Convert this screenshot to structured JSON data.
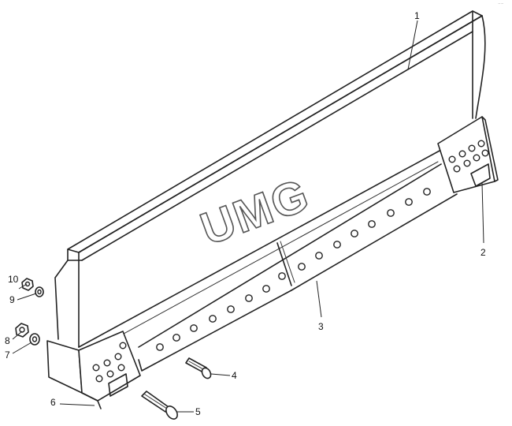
{
  "watermark": "UMG",
  "corner_mark": "⁻⁻",
  "callouts": {
    "c1": "1",
    "c2": "2",
    "c3": "3",
    "c4": "4",
    "c5": "5",
    "c6": "6",
    "c7": "7",
    "c8": "8",
    "c9": "9",
    "c10": "10"
  }
}
